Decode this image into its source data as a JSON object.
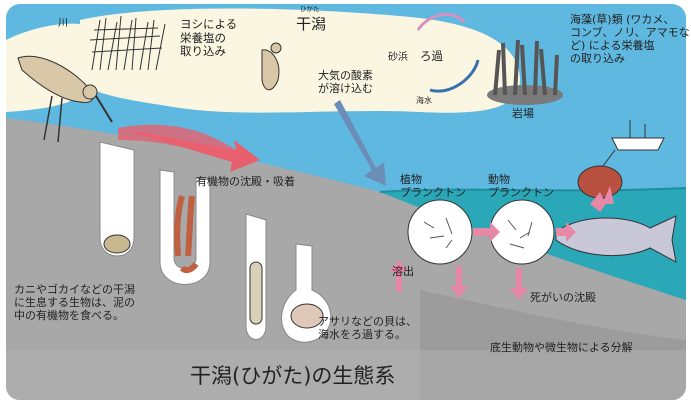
{
  "diagram": {
    "title": "干潟(ひがた)の生態系",
    "labels": {
      "river": "川",
      "reed": "ヨシによる\n栄養塩の\n取り込み",
      "tidal_flat_ruby": "ひがた",
      "tidal_flat": "干潟",
      "sand_beach": "砂浜",
      "filtration": "ろ過",
      "seawater": "海水",
      "oxygen": "大気の酸素\nが溶け込む",
      "seaweed": "海藻(草)類 (ワカメ、\nコンブ、ノリ、アマモな\nど) による栄養塩\nの取り込み",
      "rocks": "岩場",
      "deposition": "有機物の沈殿・吸着",
      "phytoplankton": "植物\nプランクトン",
      "zooplankton": "動物\nプランクトン",
      "elution": "溶出",
      "dead_sinking": "死がいの沈殿",
      "crabs": "カニやゴカイなどの干潟\nに生息する生物は、泥の\n中の有機物を食べる。",
      "clams": "アサリなどの貝は、\n海水をろ過する。",
      "decomposition": "底生動物や微生物による分解"
    }
  },
  "colors": {
    "sky": "#5fb8e0",
    "flat": "#fbf6e1",
    "mud": "#a8a8a8",
    "sea": "#2aa8b8",
    "arrow_red": "#e8606e",
    "arrow_blue": "#6c8db8",
    "arrow_pink": "#e888a8"
  }
}
